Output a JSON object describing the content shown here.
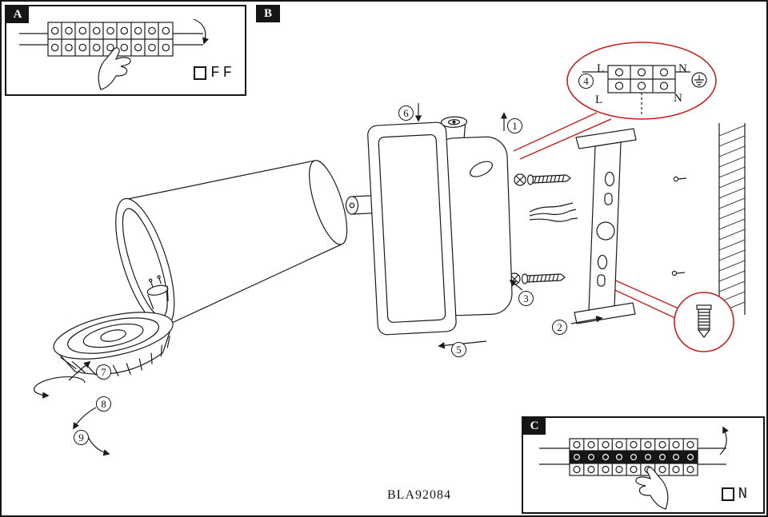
{
  "panels": {
    "a": {
      "label": "A",
      "switch_suffix": "FF"
    },
    "b": {
      "label": "B"
    },
    "c": {
      "label": "C",
      "switch_suffix": "N"
    }
  },
  "steps": {
    "s1": "1",
    "s2": "2",
    "s3": "3",
    "s4": "4",
    "s5": "5",
    "s6": "6",
    "s7": "7",
    "s8": "8",
    "s9": "9"
  },
  "wiring": {
    "top_left": "L",
    "top_right": "N",
    "bottom_left": "L",
    "bottom_right": "N"
  },
  "footer": {
    "model": "BLA92084"
  },
  "colors": {
    "line": "#1a1a1a",
    "accent_red": "#c32020"
  }
}
